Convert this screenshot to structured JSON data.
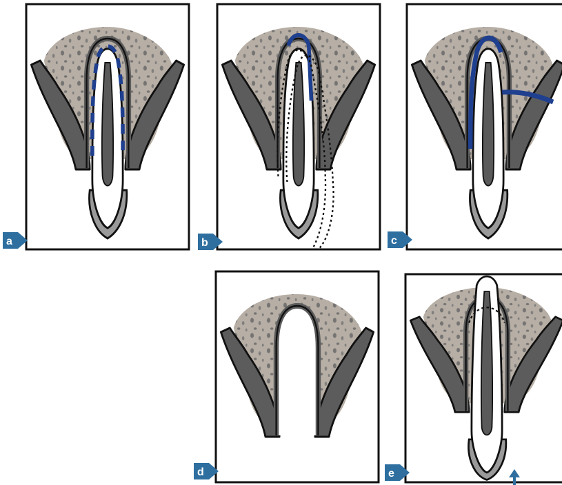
{
  "colors": {
    "bone": "#b7afa5",
    "socket": "#5c5c5c",
    "tooth_fill": "#ffffff",
    "crown_outline": "#9a9a9a",
    "canal": "#5a5a5a",
    "ligament_highlight": "#1f3f8f",
    "label_badge": "#2e6fa0",
    "arrow": "#2e6fa0"
  },
  "icons": {
    "direction_arrow": "up-arrow-icon"
  },
  "panels": [
    {
      "id": "a",
      "label": "a",
      "tooth": true,
      "ligament_style": "dashed-blue"
    },
    {
      "id": "b",
      "label": "b",
      "tooth": true,
      "ligament_style": "dotted-movement"
    },
    {
      "id": "c",
      "label": "c",
      "tooth": true,
      "ligament_style": "solid-blue"
    },
    {
      "id": "d",
      "label": "d",
      "tooth": false,
      "ligament_style": "empty-socket"
    },
    {
      "id": "e",
      "label": "e",
      "tooth": true,
      "ligament_style": "extruded"
    }
  ]
}
